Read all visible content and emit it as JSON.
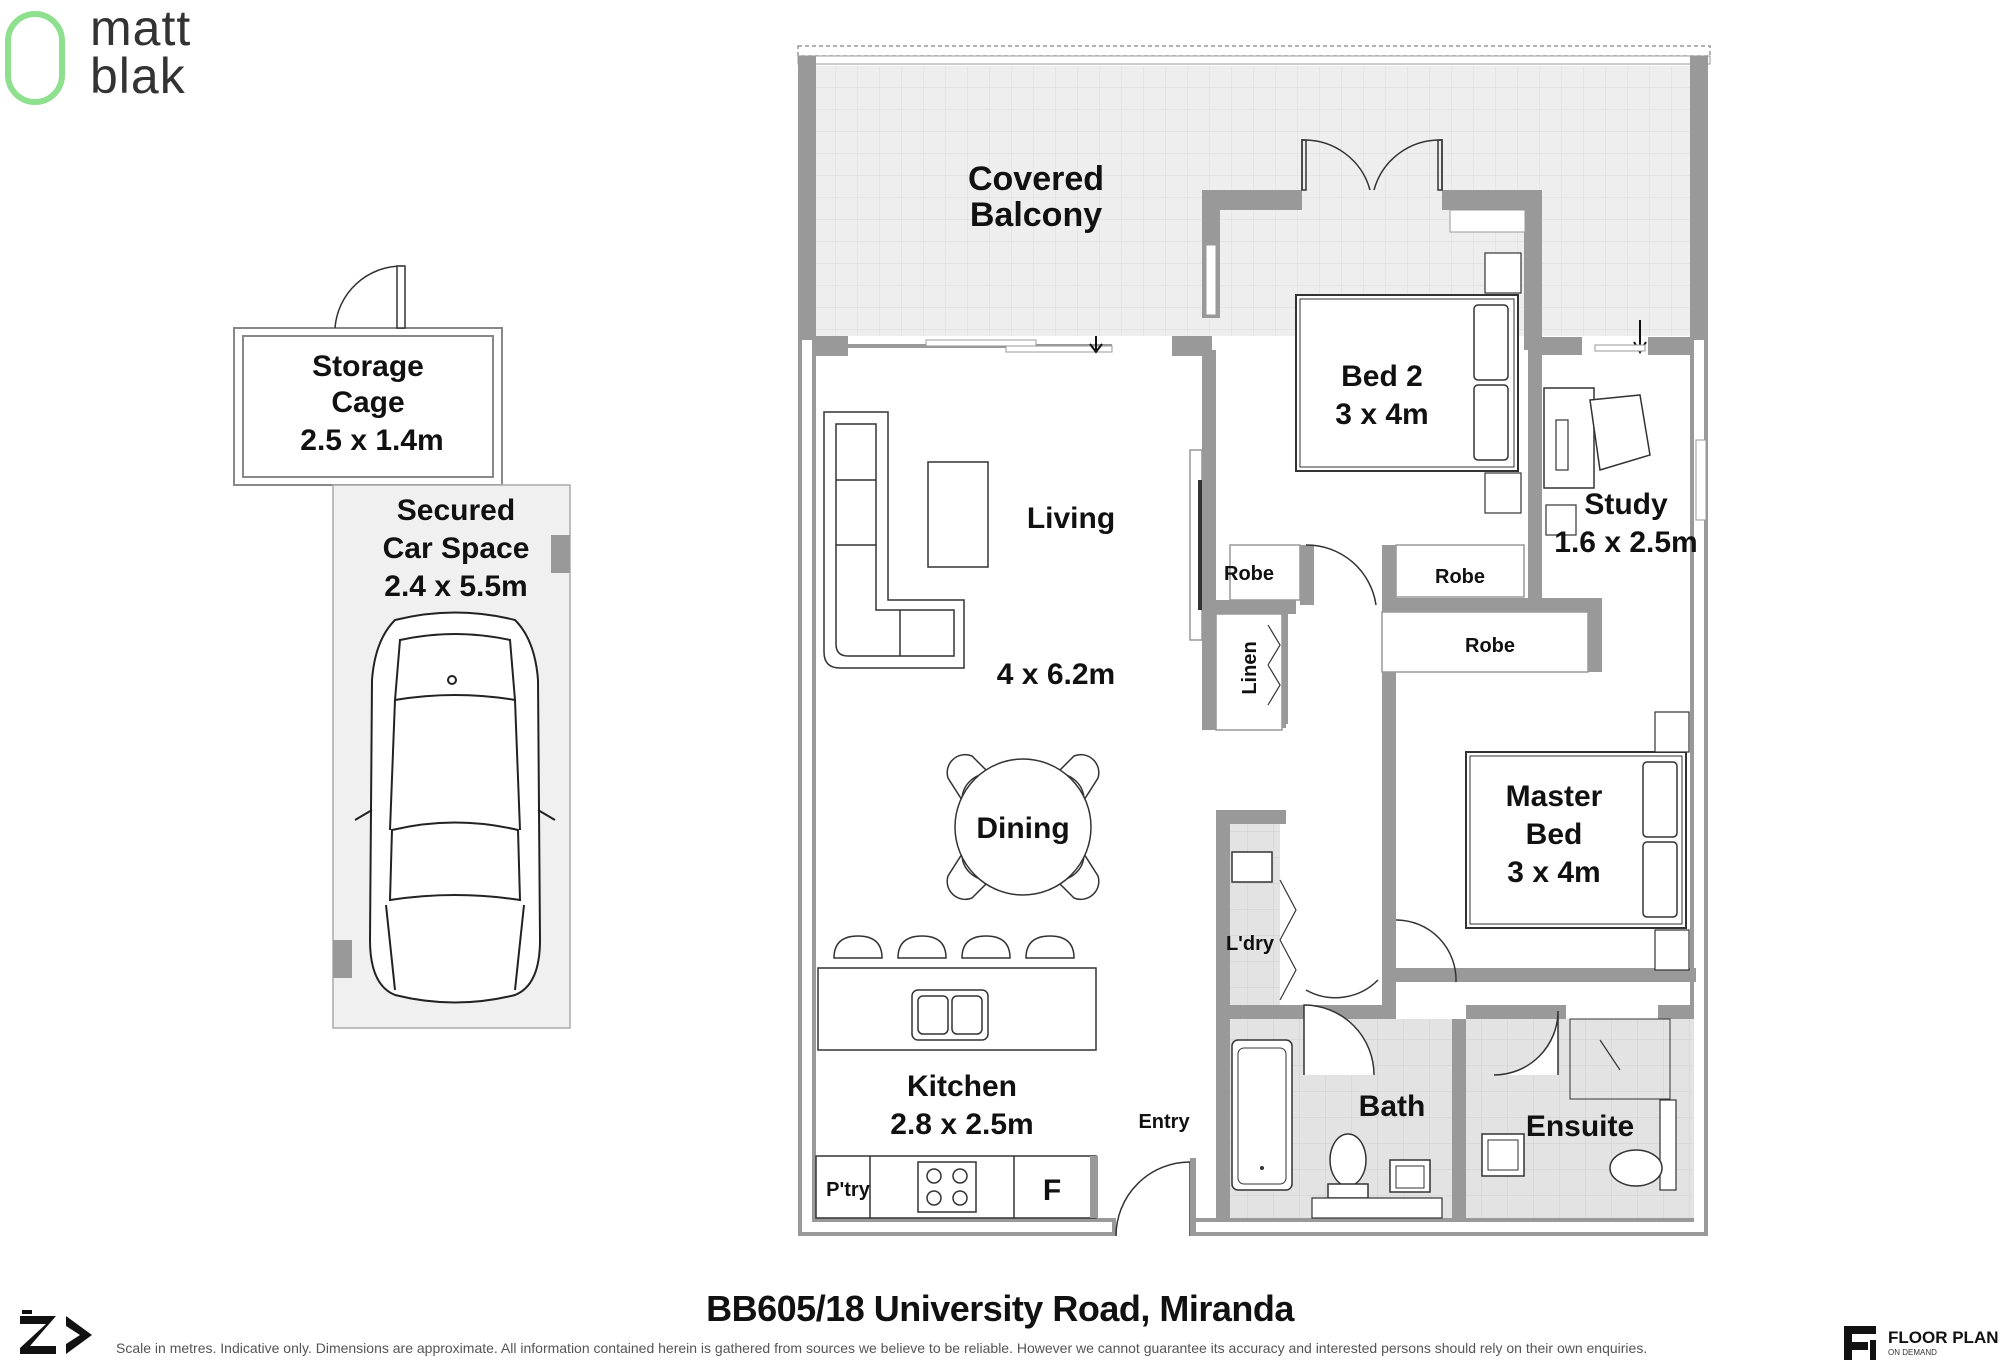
{
  "brand": {
    "line1": "matt",
    "line2": "blak",
    "accent": "#8ee08e"
  },
  "rooms": {
    "balcony": {
      "line1": "Covered",
      "line2": "Balcony"
    },
    "storage": {
      "line1": "Storage",
      "line2": "Cage",
      "dims": "2.5 x 1.4m"
    },
    "carspace": {
      "line1": "Secured",
      "line2": "Car Space",
      "dims": "2.4 x 5.5m"
    },
    "living": {
      "name": "Living",
      "dims": "4 x 6.2m"
    },
    "dining": {
      "name": "Dining"
    },
    "kitchen": {
      "name": "Kitchen",
      "dims": "2.8 x 2.5m"
    },
    "pantry": {
      "name": "P'try"
    },
    "fridge": {
      "name": "F"
    },
    "entry": {
      "name": "Entry"
    },
    "bed2": {
      "name": "Bed 2",
      "dims": "3 x 4m"
    },
    "study": {
      "name": "Study",
      "dims": "1.6 x 2.5m"
    },
    "robe1": {
      "name": "Robe"
    },
    "robe2": {
      "name": "Robe"
    },
    "robe3": {
      "name": "Robe"
    },
    "linen": {
      "name": "Linen"
    },
    "master": {
      "line1": "Master",
      "line2": "Bed",
      "dims": "3 x 4m"
    },
    "laundry": {
      "name": "L'dry"
    },
    "bath": {
      "name": "Bath"
    },
    "ensuite": {
      "name": "Ensuite"
    }
  },
  "footer": {
    "address": "BB605/18 University Road, Miranda",
    "disclaimer": "Scale in metres. Indicative only. Dimensions are approximate. All information contained herein is gathered from sources we believe to be reliable. However we cannot guarantee its accuracy and interested persons should rely on their own enquiries.",
    "fp_brand": "FLOOR PLAN",
    "fp_sub": "ON DEMAND"
  },
  "colors": {
    "wall": "#999999",
    "wet_area": "#e6e6e6",
    "balcony": "#eeeeee",
    "car": "#f0f0f0",
    "line": "#222222"
  }
}
